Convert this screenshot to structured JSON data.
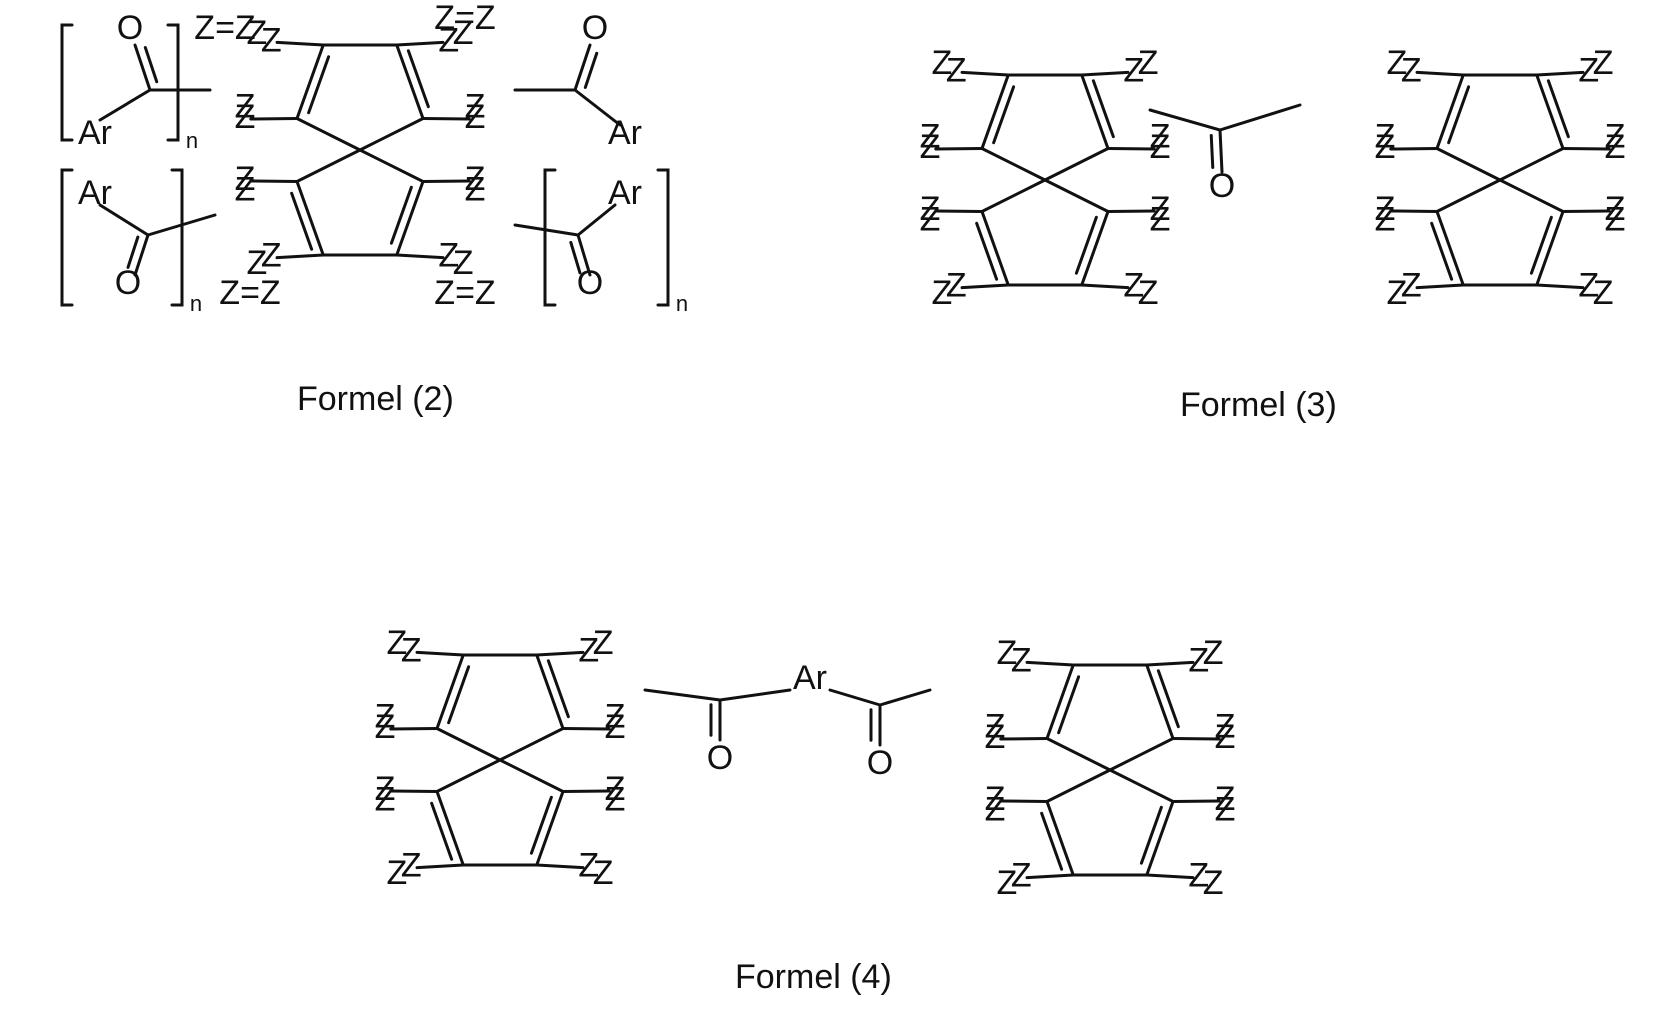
{
  "formulas": [
    {
      "caption": "Formel (2)"
    },
    {
      "caption": "Formel (3)"
    },
    {
      "caption": "Formel (4)"
    }
  ],
  "atoms": {
    "ring_atom": "Z",
    "aryl_group": "Ar",
    "oxygen": "O",
    "repeat_index": "n"
  }
}
